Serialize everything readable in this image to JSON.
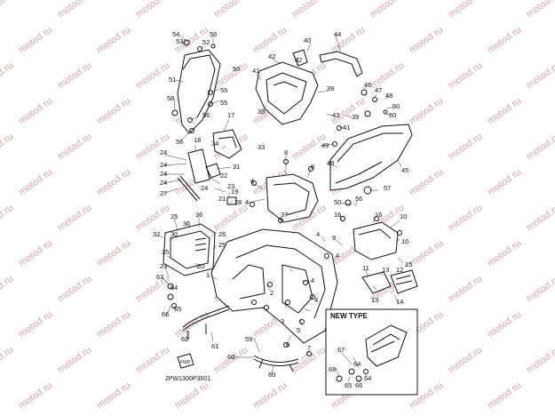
{
  "watermark": "motod.ru",
  "diagram_code": "2PW1300P3601",
  "new_type_label": "NEW TYPE",
  "labels": {
    "l54": "54",
    "l53": "53",
    "l52": "52",
    "l56a": "56",
    "l56b": "56",
    "l51": "51",
    "l55a": "55",
    "l55b": "55",
    "l58": "58",
    "l56c": "56",
    "l56d": "56",
    "l17": "17",
    "l18": "18",
    "l34": "34",
    "l33": "33",
    "l31": "31",
    "l24a": "24",
    "l24b": "24",
    "l24c": "24",
    "l24d": "24",
    "l22": "22",
    "l23": "23",
    "l27": "27",
    "l21": "21",
    "l19": "19",
    "l28": "28",
    "l24e": "24",
    "l25a": "25",
    "l36a": "36",
    "l36b": "36",
    "l26": "26",
    "l25b": "25",
    "l32": "32",
    "l30": "30",
    "l35": "35",
    "l29": "29",
    "l20": "20",
    "l63": "63",
    "l66a": "66",
    "l65a": "65",
    "l62": "62",
    "l61": "61",
    "l64a": "64",
    "l40": "40",
    "l44": "44",
    "l42a": "42",
    "l42b": "42",
    "l41": "41",
    "l38": "38",
    "l39a": "39",
    "l39b": "39",
    "l43": "43",
    "l41b": "41",
    "l46": "46",
    "l47": "47",
    "l48": "48",
    "l50a": "50",
    "l50b": "50",
    "l49a": "49",
    "l49b": "49",
    "l45": "45",
    "l57": "57",
    "l8a": "8",
    "l8b": "8",
    "l4a": "4",
    "l4b": "4",
    "l37": "37",
    "l50c": "50",
    "l56e": "56",
    "l16a": "16",
    "l16b": "16",
    "l10a": "10",
    "l10b": "10",
    "l9": "9",
    "l4c": "4",
    "l4d": "4",
    "l1": "1",
    "l2": "2",
    "l3": "3",
    "l5": "5",
    "l6": "6",
    "l7": "7",
    "l4e": "4",
    "l4f": "4",
    "l11": "11",
    "l13a": "13",
    "l13b": "13",
    "l12": "12",
    "l14": "14",
    "l15": "15",
    "l59": "59",
    "l60a": "60",
    "l60b": "60",
    "l67": "67",
    "l68": "68",
    "l64b": "64",
    "l65b": "65",
    "l66b": "66",
    "l64c": "64"
  }
}
